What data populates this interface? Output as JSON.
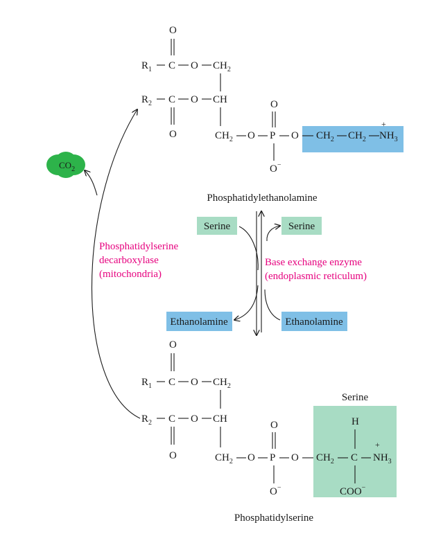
{
  "top_molecule": {
    "name": "Phosphatidylethanolamine",
    "atoms": {
      "o_top": "O",
      "r1": "R",
      "r1_sub": "1",
      "c1": "C",
      "o1": "O",
      "ch2a": "CH",
      "ch2a_sub": "2",
      "r2": "R",
      "r2_sub": "2",
      "c2": "C",
      "o2": "O",
      "ch": "CH",
      "o_dbl_left": "O",
      "ch2b": "CH",
      "ch2b_sub": "2",
      "o3": "O",
      "p": "P",
      "o4": "O",
      "o_dbl_p": "O",
      "o_minus": "O",
      "minus": "−"
    },
    "head_group": {
      "ch2c": "CH",
      "ch2c_sub": "2",
      "ch2d": "CH",
      "ch2d_sub": "2",
      "nh3": "NH",
      "nh3_sub": "3",
      "plus": "+",
      "color": "#7fbfe6"
    }
  },
  "co2": {
    "text": "CO",
    "sub": "2",
    "color": "#2db34a"
  },
  "enzyme_left": {
    "lines": [
      "Phosphatidylserine",
      "decarboxylase",
      "(mitochondria)"
    ],
    "color": "#e6007e"
  },
  "enzyme_right": {
    "lines": [
      "Base exchange enzyme",
      "(endoplasmic reticulum)"
    ],
    "color": "#e6007e"
  },
  "exchange": {
    "serine_in": {
      "label": "Serine",
      "color": "#a8dcc4"
    },
    "serine_out": {
      "label": "Serine",
      "color": "#a8dcc4"
    },
    "ethanolamine_out": {
      "label": "Ethanolamine",
      "color": "#7fbfe6"
    },
    "ethanolamine_in": {
      "label": "Ethanolamine",
      "color": "#7fbfe6"
    }
  },
  "bottom_molecule": {
    "name": "Phosphatidylserine",
    "atoms": {
      "o_top": "O",
      "r1": "R",
      "r1_sub": "1",
      "c1": "C",
      "o1": "O",
      "ch2a": "CH",
      "ch2a_sub": "2",
      "r2": "R",
      "r2_sub": "2",
      "c2": "C",
      "o2": "O",
      "ch": "CH",
      "o_dbl_left": "O",
      "ch2b": "CH",
      "ch2b_sub": "2",
      "o3": "O",
      "p": "P",
      "o4": "O",
      "o_dbl_p": "O",
      "o_minus": "O",
      "minus": "−"
    },
    "head_group": {
      "title": "Serine",
      "h": "H",
      "ch2c": "CH",
      "ch2c_sub": "2",
      "c": "C",
      "nh3": "NH",
      "nh3_sub": "3",
      "plus": "+",
      "coo": "COO",
      "coo_charge": "−",
      "color": "#a8dcc4"
    }
  }
}
